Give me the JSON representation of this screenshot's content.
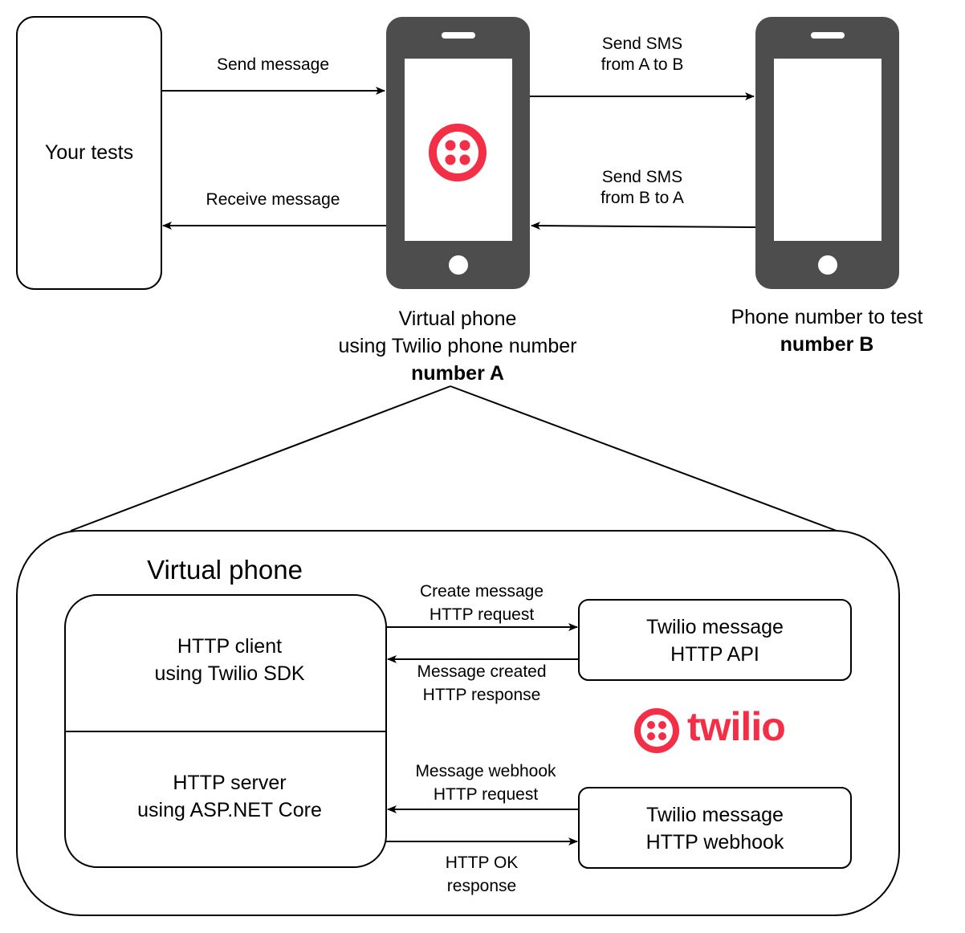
{
  "top": {
    "your_tests": "Your tests",
    "send_message": "Send message",
    "receive_message": "Receive message",
    "send_sms_a_to_b": [
      "Send SMS",
      "from A to B"
    ],
    "send_sms_b_to_a": [
      "Send SMS",
      "from B to A"
    ],
    "virtual_phone_caption": [
      "Virtual phone",
      "using Twilio phone number"
    ],
    "number_a": "number A",
    "phone_to_test_caption": "Phone number to test",
    "number_b": "number B"
  },
  "detail": {
    "title": "Virtual phone",
    "http_client": [
      "HTTP client",
      "using Twilio SDK"
    ],
    "http_server": [
      "HTTP server",
      "using ASP.NET Core"
    ],
    "create_request": [
      "Create message",
      "HTTP request"
    ],
    "created_response": [
      "Message created",
      "HTTP response"
    ],
    "webhook_request": [
      "Message webhook",
      "HTTP request"
    ],
    "ok_response": [
      "HTTP OK",
      "response"
    ],
    "api_box": [
      "Twilio message",
      "HTTP API"
    ],
    "webhook_box": [
      "Twilio message",
      "HTTP webhook"
    ],
    "brand_wordmark": "twilio"
  },
  "colors": {
    "phone_body": "#4d4d4d",
    "twilio_red": "#f22f46",
    "line": "#000000"
  },
  "icons": [
    "twilio-logo-icon",
    "phone-speaker-icon",
    "phone-home-button-icon",
    "arrow-head-icon"
  ]
}
